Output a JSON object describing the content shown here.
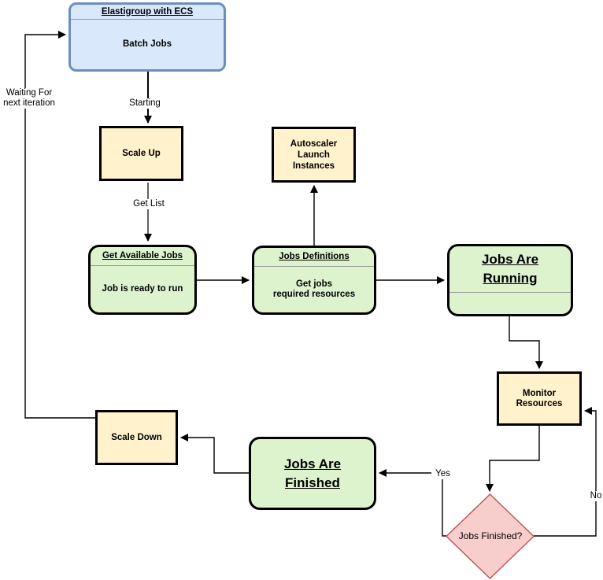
{
  "diagram": {
    "nodes": {
      "elastigroup": {
        "title": "Elastigroup with ECS",
        "body": "Batch Jobs"
      },
      "scale_up": {
        "label": "Scale Up"
      },
      "autoscaler": {
        "label": "Autoscaler\nLaunch\nInstances"
      },
      "get_available_jobs": {
        "title": "Get Available Jobs",
        "body": "Job is ready to run"
      },
      "jobs_definitions": {
        "title": "Jobs Definitions",
        "body": "Get jobs\nrequired resources"
      },
      "jobs_are_running": {
        "title": "Jobs Are\n Running"
      },
      "monitor_resources": {
        "label": "Monitor\nResources"
      },
      "jobs_finished_decision": {
        "label": "Jobs Finished?"
      },
      "jobs_are_finished": {
        "title": "Jobs Are \nFinished"
      },
      "scale_down": {
        "label": "Scale Down"
      }
    },
    "edge_labels": {
      "waiting": "Waiting For\nnext iteration",
      "starting": "Starting",
      "get_list": "Get List",
      "yes": "Yes",
      "no": "No"
    },
    "colors": {
      "blue_fill": "#dae8fc",
      "blue_border": "#6c8ebf",
      "yellow_fill": "#fff2cc",
      "box_border": "#000000",
      "green_fill": "#ddf3ce",
      "pink_fill": "#f8cecc",
      "pink_border": "#b85450",
      "edge": "#000000",
      "edge_gray": "#616161",
      "divider": "#999999"
    }
  }
}
